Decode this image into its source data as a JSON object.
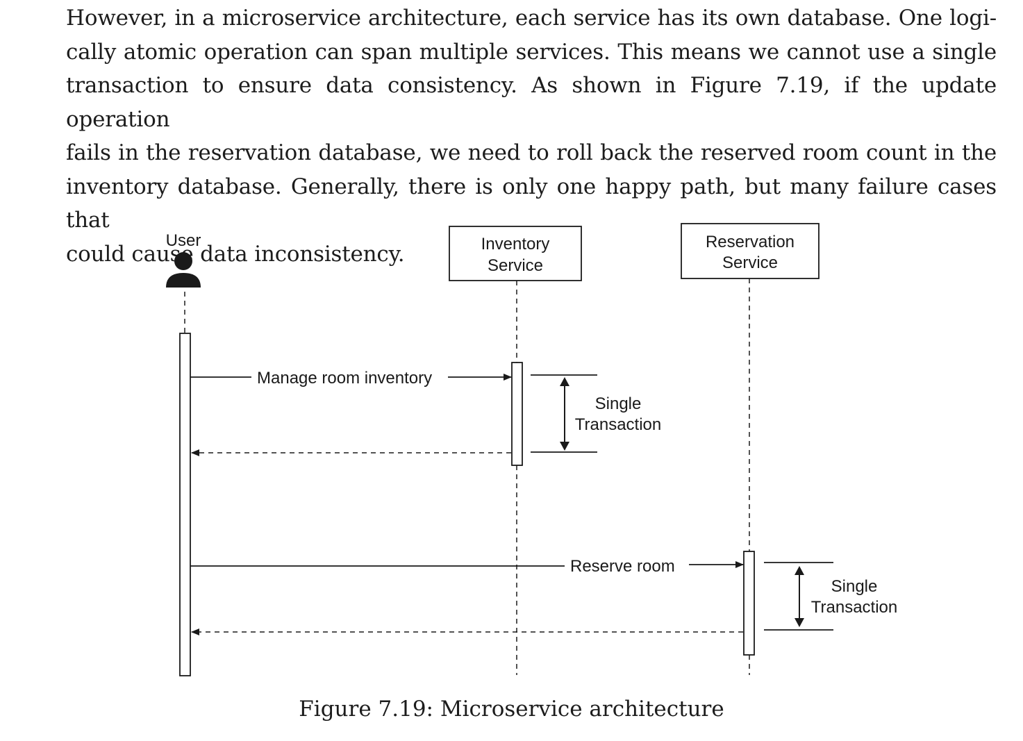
{
  "paragraph": {
    "lines": [
      "However, in a microservice architecture, each service has its own database. One logi-",
      "cally atomic operation can span multiple services. This means we cannot use a single",
      "transaction to ensure data consistency. As shown in Figure 7.19, if the update operation",
      "fails in the reservation database, we need to roll back the reserved room count in the",
      "inventory database. Generally, there is only one happy path, but many failure cases that",
      "could cause data inconsistency."
    ]
  },
  "diagram": {
    "actor_label": "User",
    "inventory_service": {
      "line1": "Inventory",
      "line2": "Service"
    },
    "reservation_service": {
      "line1": "Reservation",
      "line2": "Service"
    },
    "message_manage": "Manage room inventory",
    "message_reserve": "Reserve room",
    "transaction_1": {
      "line1": "Single",
      "line2": "Transaction"
    },
    "transaction_2": {
      "line1": "Single",
      "line2": "Transaction"
    }
  },
  "caption": "Figure 7.19: Microservice architecture"
}
